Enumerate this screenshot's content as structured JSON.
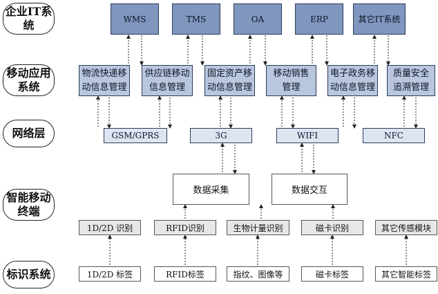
{
  "layers": {
    "enterprise": "企业IT系\n统",
    "mobile_app": "移动应用\n系统",
    "network": "网络层",
    "terminal": "智能移动\n终端",
    "identification": "标识系统"
  },
  "enterprise_systems": [
    "WMS",
    "TMS",
    "OA",
    "ERP",
    "其它IT系统"
  ],
  "mobile_apps": [
    "物流快递移\n动信息管理",
    "供应链移动\n信息管理",
    "固定资产移\n动信息管理",
    "移动销售\n管理",
    "电子政务移\n动信息管理",
    "质量安全\n追溯管理"
  ],
  "networks": [
    "GSM/GPRS",
    "3G",
    "WIFI",
    "NFC"
  ],
  "terminal_functions": [
    "数据采集",
    "数据交互"
  ],
  "recognition": [
    "1D/2D 识别",
    "RFID识别",
    "生物计量识别",
    "磁卡识别",
    "其它传感模块"
  ],
  "identifiers": [
    "1D/2D 标签",
    "RFID标签",
    "指纹、图像等",
    "磁卡标签",
    "其它智能标签"
  ],
  "colors": {
    "enterprise_fill": "#7f96be",
    "mobile_fill": "#b9c7de",
    "network_fill": "#dde5f1",
    "recognition_fill": "#e7e7e7"
  }
}
